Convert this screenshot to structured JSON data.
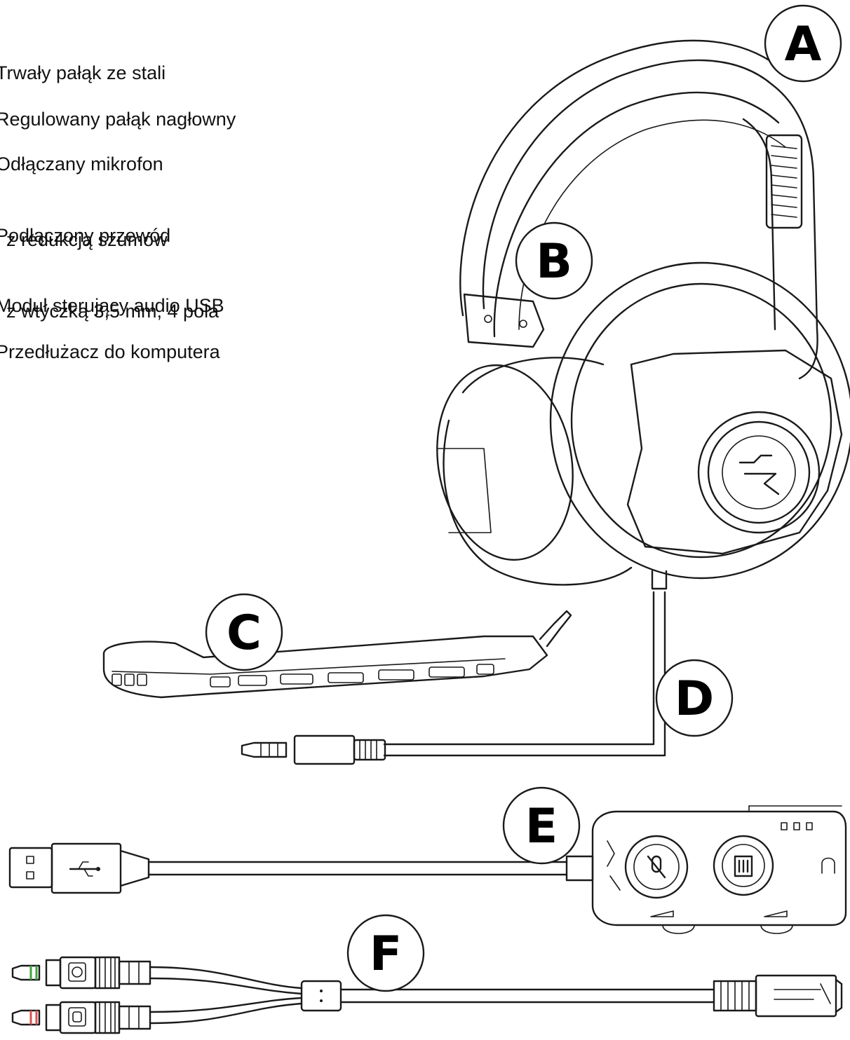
{
  "legend": [
    {
      "lines": [
        "Trwały pałąk ze stali"
      ]
    },
    {
      "lines": [
        "Regulowany pałąk nagłowny"
      ]
    },
    {
      "lines": [
        "Odłączany mikrofon",
        "  z redukcją szumów"
      ]
    },
    {
      "lines": [
        "Podłączony przewód",
        "  z wtyczką 3,5 mm, 4 pola"
      ]
    },
    {
      "lines": [
        "Moduł sterujący audio USB"
      ]
    },
    {
      "lines": [
        "Przedłużacz do komputera"
      ]
    }
  ],
  "callouts": {
    "a": "A",
    "b": "B",
    "c": "C",
    "d": "D",
    "e": "E",
    "f": "F"
  },
  "colors": {
    "line": "#1a1a1a",
    "mic_jack_ring": "#3fa33f",
    "headphone_jack_ring": "#d9534f"
  }
}
